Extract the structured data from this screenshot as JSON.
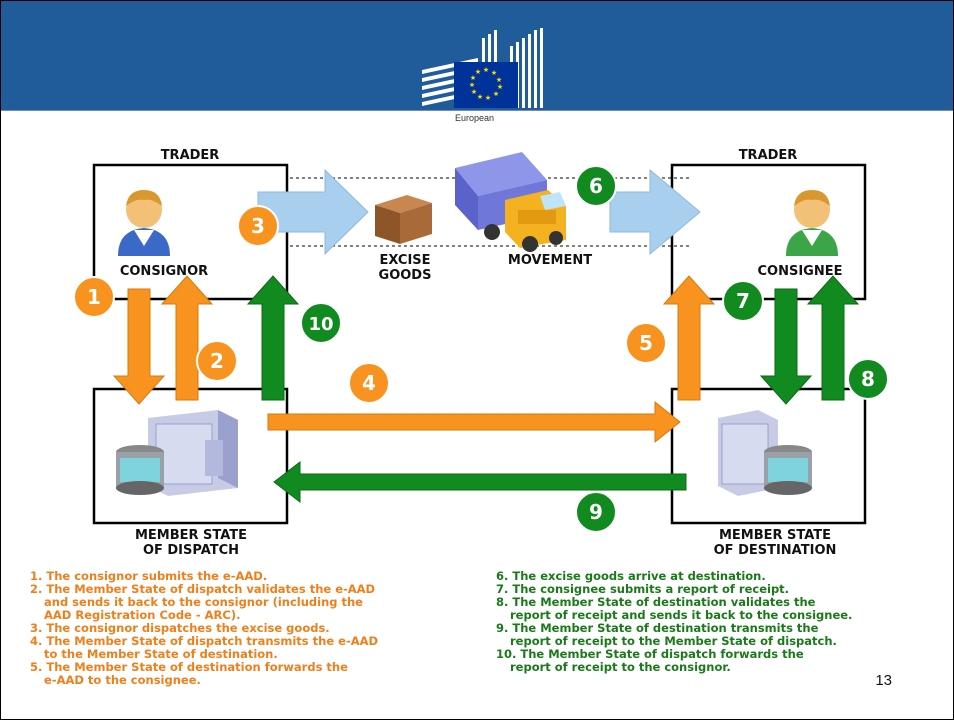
{
  "header": {
    "logo_text": "European"
  },
  "trader_left": {
    "title": "TRADER",
    "role": "CONSIGNOR"
  },
  "trader_right": {
    "title": "TRADER",
    "role": "CONSIGNEE"
  },
  "member_left": {
    "line1": "MEMBER STATE",
    "line2": "OF DISPATCH"
  },
  "member_right": {
    "line1": "MEMBER STATE",
    "line2": "OF DESTINATION"
  },
  "movement": {
    "goods_line1": "EXCISE",
    "goods_line2": "GOODS",
    "movement_label": "MOVEMENT"
  },
  "steps": [
    "1",
    "2",
    "3",
    "4",
    "5",
    "6",
    "7",
    "8",
    "9",
    "10"
  ],
  "colors": {
    "orange": "#f7931e",
    "green": "#118a1f",
    "banner": "#1f5c99",
    "light_arrow": "#a9cfee"
  },
  "legend_left": [
    {
      "num": "1.",
      "lines": [
        "The consignor submits the e-AAD."
      ]
    },
    {
      "num": "2.",
      "lines": [
        "The Member State of dispatch validates the e-AAD",
        "and sends it back to the consignor (including the",
        "AAD Registration Code - ARC)."
      ]
    },
    {
      "num": "3.",
      "lines": [
        "The consignor dispatches the excise goods."
      ]
    },
    {
      "num": "4.",
      "lines": [
        "The Member State of dispatch transmits the e-AAD",
        "to the Member State of destination."
      ]
    },
    {
      "num": "5.",
      "lines": [
        "The Member State of destination forwards the",
        "e-AAD to the consignee."
      ]
    }
  ],
  "legend_right": [
    {
      "num": "6.",
      "lines": [
        "The excise goods arrive at destination."
      ]
    },
    {
      "num": "7.",
      "lines": [
        "The consignee submits a report of receipt."
      ]
    },
    {
      "num": "8.",
      "lines": [
        "The Member State of destination validates the",
        "report of receipt and sends it back to the consignee."
      ]
    },
    {
      "num": "9.",
      "lines": [
        "The Member State of destination transmits the",
        "report of receipt to the Member State of dispatch."
      ]
    },
    {
      "num": "10.",
      "lines": [
        "The Member State of dispatch forwards the",
        "report of receipt to the consignor."
      ]
    }
  ],
  "page_number": "13"
}
